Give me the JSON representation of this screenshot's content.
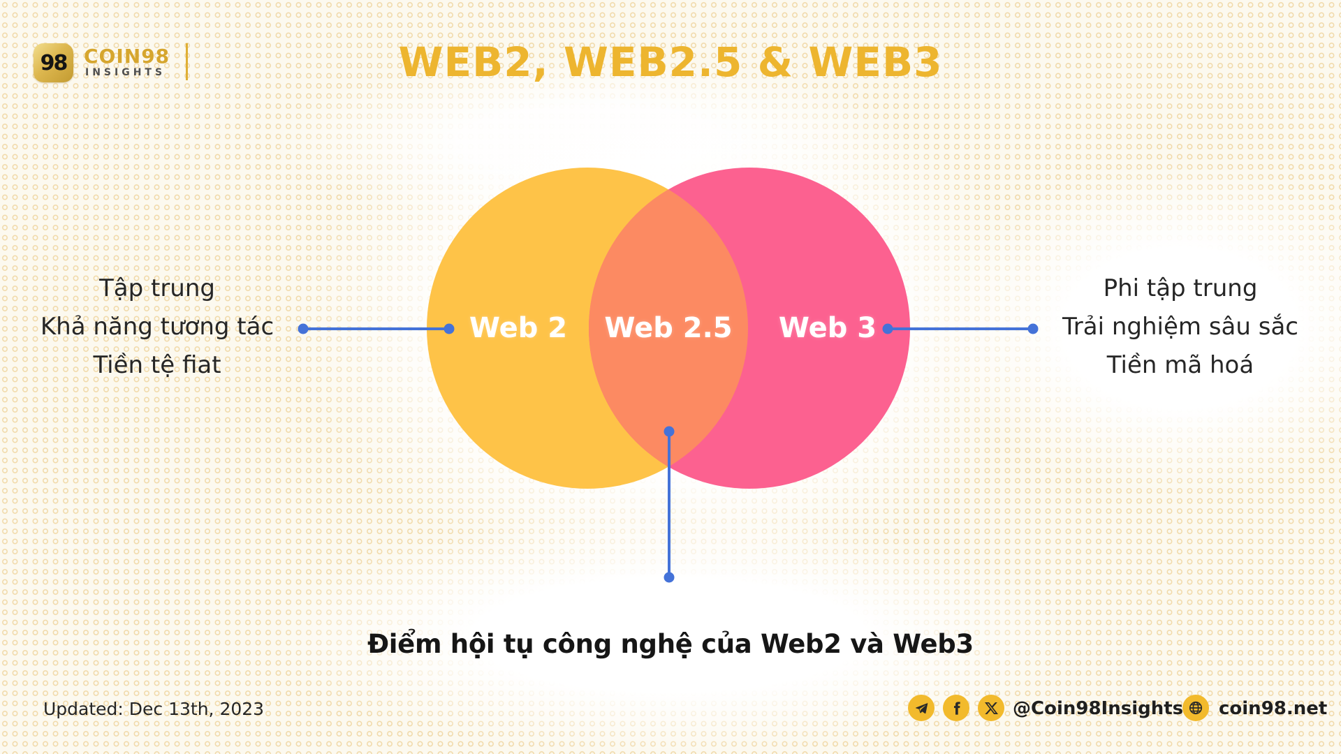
{
  "header": {
    "logo_mark": "98",
    "brand_name": "COIN98",
    "brand_subtitle": "INSIGHTS",
    "title": "WEB2, WEB2.5 & WEB3"
  },
  "venn": {
    "left_label": "Web 2",
    "middle_label": "Web 2.5",
    "right_label": "Web 3",
    "colors": {
      "left_circle": "#FEC348",
      "right_circle": "#FC6190",
      "overlap": "#FC8A62",
      "label_text": "#FFFFFF",
      "connector_blue": "#4472D8"
    }
  },
  "left_panel": {
    "lines": [
      "Tập trung",
      "Khả năng tương tác",
      "Tiền tệ fiat"
    ]
  },
  "right_panel": {
    "lines": [
      "Phi tập trung",
      "Trải nghiệm sâu sắc",
      "Tiền mã hoá"
    ]
  },
  "caption": "Điểm hội tụ công nghệ của Web2 và Web3",
  "footer": {
    "updated": "Updated: Dec 13th, 2023",
    "social_handle": "@Coin98Insights",
    "website": "coin98.net",
    "icons": [
      "telegram-icon",
      "facebook-icon",
      "x-icon",
      "globe-icon"
    ]
  },
  "theme": {
    "background": "#FCF9EF",
    "dot_pattern": "#E7C070",
    "title_gold": "#EDB52F",
    "brand_gold": "#D6A62E",
    "icon_circle_gold": "#F2BA2C",
    "dark_text": "#222222"
  }
}
